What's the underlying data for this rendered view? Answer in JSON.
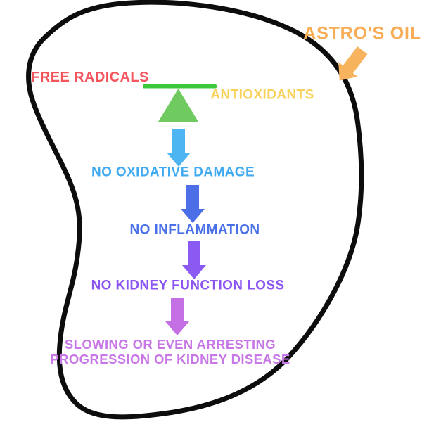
{
  "title": {
    "label": "ASTRO'S OIL",
    "color": "#F8AC55"
  },
  "title_arrow": {
    "icon": "arrow-down-left-icon",
    "color": "#F8B35F"
  },
  "balance": {
    "left_label": "FREE RADICALS",
    "left_color": "#F4555D",
    "right_label": "ANTIOXIDANTS",
    "right_color": "#F8D15A",
    "bar_color": "#3BC93B",
    "fulcrum_color": "#6FCB5F"
  },
  "flow": {
    "steps": [
      {
        "label": "NO OXIDATIVE DAMAGE",
        "color": "#41AAF0",
        "arrow_color": "#4DB5F2"
      },
      {
        "label": "NO INFLAMMATION",
        "color": "#4A70E8",
        "arrow_color": "#4C6EE6"
      },
      {
        "label": "NO KIDNEY FUNCTION LOSS",
        "color": "#8A55F0",
        "arrow_color": "#8A5AF2"
      },
      {
        "label_line1": "SLOWING OR EVEN ARRESTING",
        "label_line2": "PROGRESSION OF KIDNEY DISEASE",
        "color": "#C877E6",
        "arrow_color": "#C46FE3"
      }
    ]
  },
  "outline": {
    "shape": "kidney-bean",
    "color": "#0D0D0D"
  }
}
